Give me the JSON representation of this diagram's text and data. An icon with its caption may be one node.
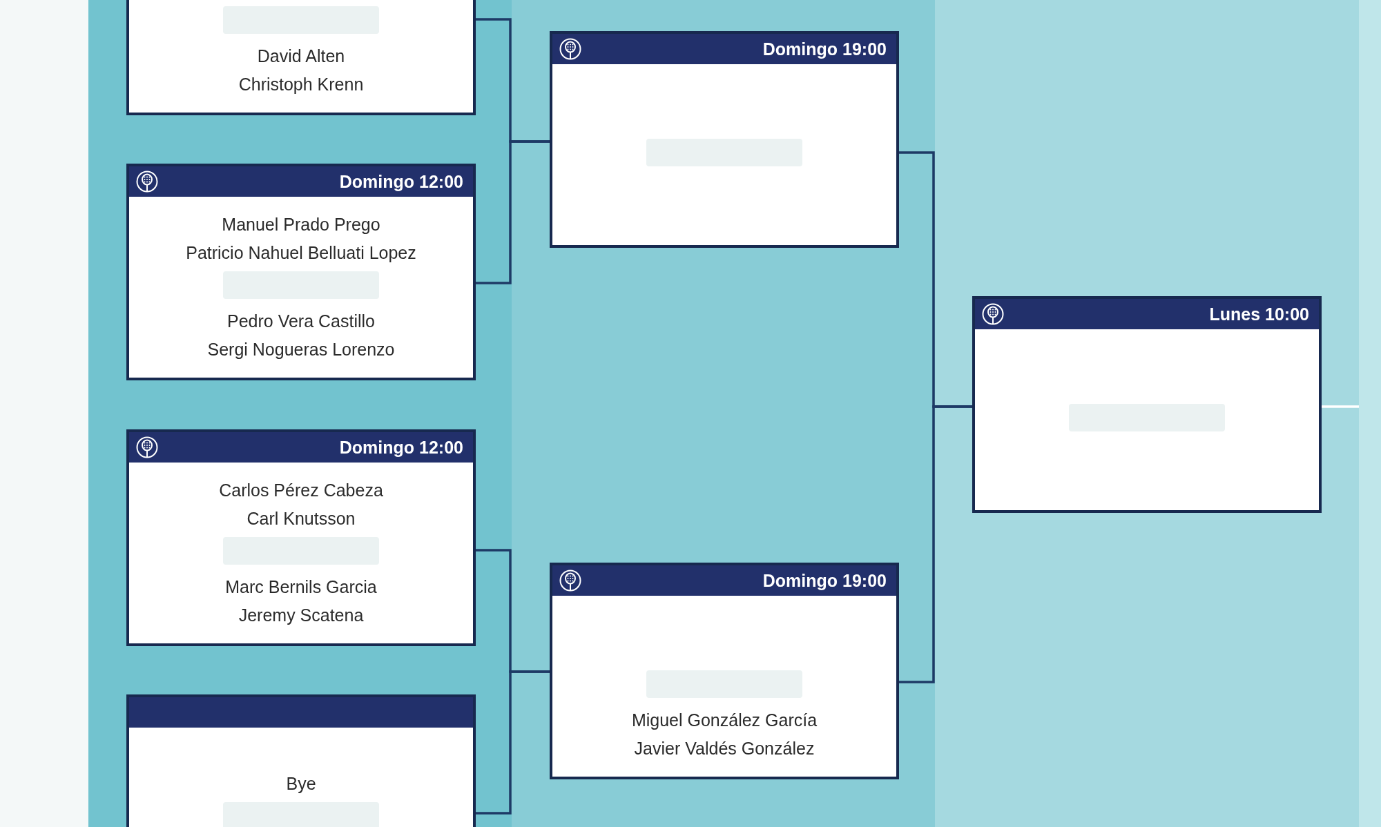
{
  "diagram": {
    "nodes": [
      {
        "text": [
          "David Alten",
          "Christoph Krenn"
        ]
      },
      {
        "text": [
          "Domingo 12:00",
          "Manuel Prado Prego",
          "Patricio Nahuel Belluati Lopez",
          "Pedro Vera Castillo",
          "Sergi Nogueras Lorenzo"
        ]
      },
      {
        "text": [
          "Domingo 12:00",
          "Carlos Pérez Cabeza",
          "Carl Knutsson",
          "Marc Bernils Garcia",
          "Jeremy Scatena"
        ]
      },
      {
        "text": [
          "Bye"
        ]
      },
      {
        "text": [
          "Domingo 19:00"
        ]
      },
      {
        "text": [
          "Domingo 19:00",
          "Miguel González García",
          "Javier Valdés González"
        ]
      },
      {
        "text": [
          "Lunes 10:00"
        ]
      }
    ],
    "edges": [
      {
        "from": 0,
        "to": 4,
        "arrow": "none"
      },
      {
        "from": 1,
        "to": 4,
        "arrow": "none"
      },
      {
        "from": 2,
        "to": 5,
        "arrow": "none"
      },
      {
        "from": 3,
        "to": 5,
        "arrow": "none"
      },
      {
        "from": 4,
        "to": 6,
        "arrow": "none"
      },
      {
        "from": 5,
        "to": 6,
        "arrow": "none"
      },
      {
        "from": 6,
        "to": null,
        "arrow": "none",
        "color": "#ffffff"
      }
    ]
  }
}
